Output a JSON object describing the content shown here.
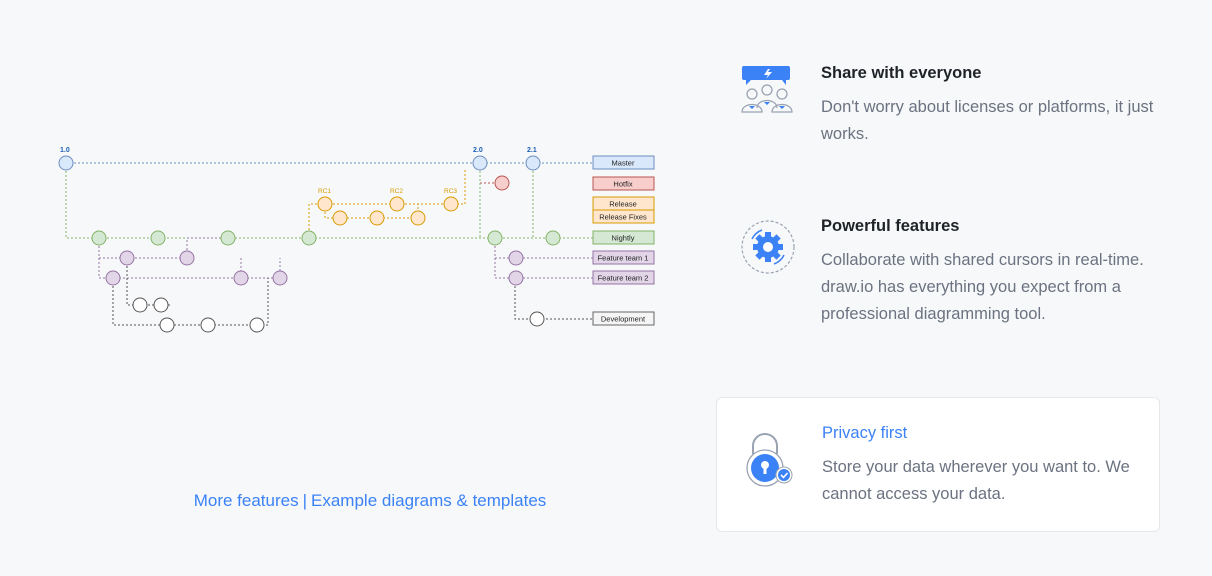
{
  "diagram": {
    "versions": [
      "1.0",
      "2.0",
      "2.1"
    ],
    "rc_labels": [
      "RC1",
      "RC2",
      "RC3"
    ],
    "legend": [
      "Master",
      "Hotfix",
      "Release",
      "Release Fixes",
      "Nightly",
      "Feature team 1",
      "Feature team 2",
      "Development"
    ]
  },
  "links": {
    "more_features": "More features",
    "separator": "|",
    "examples": "Example diagrams & templates"
  },
  "features": [
    {
      "title": "Share with everyone",
      "text": "Don't worry about licenses or platforms, it just works.",
      "icon": "share-people-icon"
    },
    {
      "title": "Powerful features",
      "text": "Collaborate with shared cursors in real-time. draw.io has everything you expect from a professional diagramming tool.",
      "icon": "gear-icon"
    },
    {
      "title": "Privacy first",
      "text": "Store your data wherever you want to. We cannot access your data.",
      "icon": "lock-icon"
    }
  ],
  "colors": {
    "accent": "#3b82f6",
    "master": "#dae8fc",
    "hotfix": "#f8cecc",
    "release": "#ffe6cc",
    "nightly": "#d5e8d4",
    "feature": "#e1d5e7"
  }
}
